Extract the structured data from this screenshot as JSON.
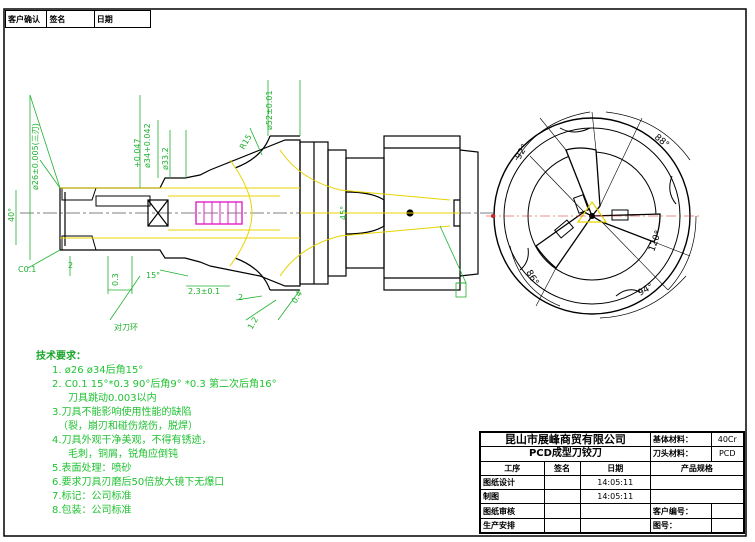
{
  "header": {
    "customer_confirm": "客户确认",
    "signature": "签名",
    "date": "日期"
  },
  "drawing_labels": {
    "dia_bore": "ø26±0.005(三刃)",
    "d40": "40°",
    "c01": "C0.1",
    "n2": "2",
    "n03": "0.3",
    "tol_a": "ø34+0.042",
    "tol_b": "+0.047",
    "d33": "ø33.2",
    "r15": "R15",
    "d52": "ø52±0.01",
    "a15": "15°",
    "a23": "2.3±0.1",
    "n04": "0.4",
    "n2b": "2",
    "n12": "1.2",
    "a45": "45°",
    "ring": "对刀环",
    "ang92": "92°",
    "ang88": "88°",
    "ang120": "120°",
    "ang86": "86°",
    "ang94": "94°"
  },
  "notes": {
    "title": "技术要求：",
    "lines": [
      "1. ø26 ø34后角15°",
      "2. C0.1 15°*0.3 90°后角9° *0.3 第二次后角16°",
      "刀具跳动0.003以内",
      "3.刀具不能影响使用性能的缺陷",
      "（裂，崩刃和碰伤烧伤，脱焊）",
      "4.刀具外观干净美观，不得有锈迹，",
      "毛刺，铜屑，锐角应倒钝",
      "5.表面处理：喷砂",
      "6.要求刀具刃磨后50倍放大镜下无爆口",
      "7.标记：公司标准",
      "8.包装：公司标准"
    ]
  },
  "title_block": {
    "company": "昆山市展峰商贸有限公司",
    "product": "PCD成型刀铰刀",
    "base_material_label": "基体材料：",
    "base_material": "40Cr",
    "head_material_label": "刀头材料：",
    "head_material": "PCD",
    "col_process": "工序",
    "col_sign": "签名",
    "col_date": "日期",
    "col_spec": "产品规格",
    "design": "图纸设计",
    "design_date": "14:05:11",
    "draw": "制图",
    "draw_date": "14:05:11",
    "review": "图纸审核",
    "customer_no": "客户编号：",
    "production": "生产安排",
    "drawing_no": "图号："
  }
}
